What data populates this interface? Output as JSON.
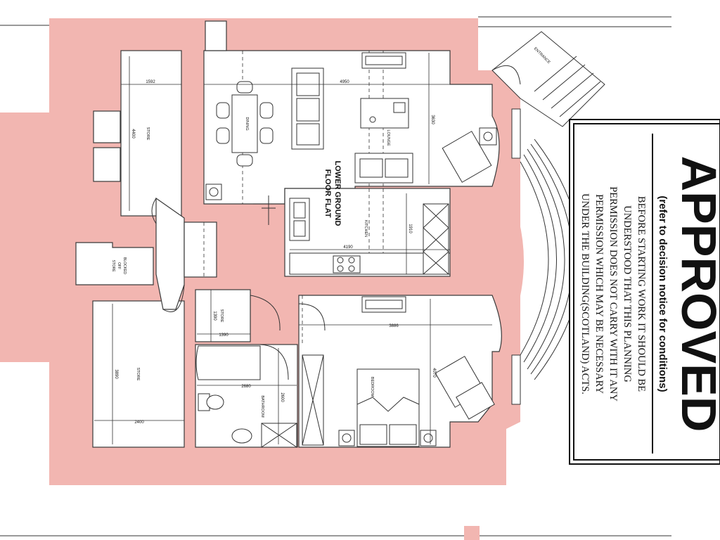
{
  "plan": {
    "title_line1": "LOWER GROUND",
    "title_line2": "FLOOR FLAT",
    "rooms": {
      "dining": "DINING",
      "lounge": "LOUNGE",
      "kitchen": "KITCHEN",
      "bedroom": "BEDROOM",
      "bathroom": "BATHROOM",
      "store_top": "STORE",
      "store_mid": "STORE",
      "store_bottom": "STORE",
      "blocked_store_1": "BLOCKED",
      "blocked_store_2": "OFF",
      "blocked_store_3": "STORE",
      "entrance": "ENTRANCE"
    },
    "dimensions": {
      "d1592": "1592",
      "d4400": "4400",
      "d4950": "4950",
      "d3630": "3630",
      "d1910": "1910",
      "d4190": "4190",
      "d1390v": "1390",
      "d1390h": "1390",
      "d3886": "3886",
      "d4070": "4070",
      "d2680": "2680",
      "d2600": "2600",
      "d3890": "3890",
      "d2400": "2400"
    }
  },
  "stamp": {
    "title": "APPROVED",
    "subtitle": "(refer to decision notice for conditions)",
    "lines": [
      "BEFORE STARTING WORK IT SHOULD BE",
      "UNDERSTOOD THAT THIS PLANNING",
      "PERMISSION DOES NOT CARRY WITH IT ANY",
      "PERMISSION WHICH MAY BE NECESSARY",
      "UNDER THE BUILDING(SCOTLAND) ACTS."
    ]
  },
  "colors": {
    "wall": "#f2b6b1",
    "line": "#333333",
    "stamp_ink": "#111111"
  }
}
